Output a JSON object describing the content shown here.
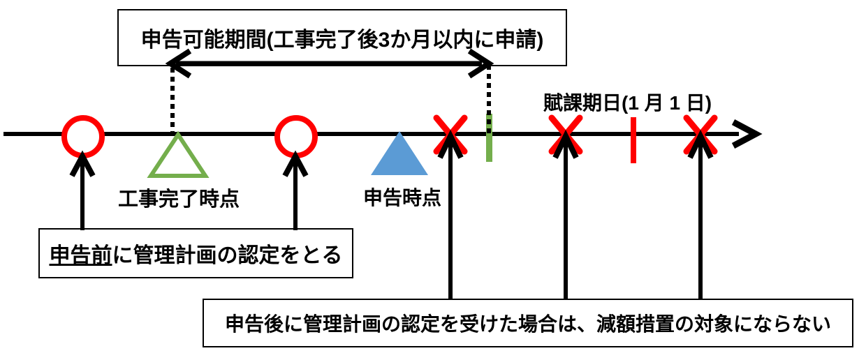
{
  "accent_colors": {
    "red": "#FF0000",
    "green": "#74AE4C",
    "blue": "#5B9BD5"
  },
  "timeline": {
    "period_box_label": "申告可能期間(工事完了後3か月以内に申請)",
    "assessment_date_label": "賦課期日(1 月 1 日)",
    "completion_point_label": "工事完了時点",
    "declaration_point_label": "申告時点",
    "before_note": {
      "underlined": "申告前",
      "rest": "に管理計画の認定をとる"
    },
    "after_note": "申告後に管理計画の認定を受けた場合は、減額措置の対象にならない",
    "markers": [
      {
        "icon": "red-circle-marker",
        "meaning": "ok-point"
      },
      {
        "icon": "green-triangle-outline-marker",
        "meaning": "completion-point"
      },
      {
        "icon": "red-circle-marker",
        "meaning": "ok-point"
      },
      {
        "icon": "blue-triangle-filled-marker",
        "meaning": "declaration-point"
      },
      {
        "icon": "red-x-marker",
        "meaning": "not-eligible"
      },
      {
        "icon": "green-tick-marker",
        "meaning": "period-end"
      },
      {
        "icon": "red-x-marker",
        "meaning": "not-eligible"
      },
      {
        "icon": "red-tick-marker",
        "meaning": "assessment-date"
      },
      {
        "icon": "red-x-marker",
        "meaning": "not-eligible"
      }
    ]
  }
}
